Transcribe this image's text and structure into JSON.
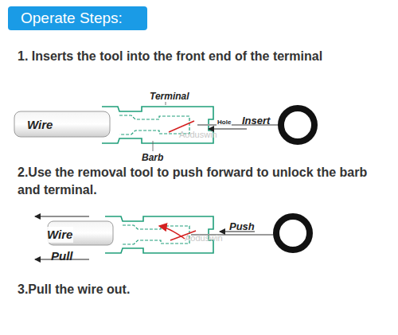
{
  "diagram": {
    "nodes": [
      {
        "text": [
          "Operate Steps:"
        ]
      }
    ],
    "labels": [
      "1. Inserts the tool into the front end of the terminal",
      "Terminal",
      "Wire",
      "Hole",
      "Insert",
      "Barb",
      "Aoduswin",
      "2.Use the removal tool to push forward to unlock the barb and terminal.",
      "Wire",
      "Pull",
      "Push",
      "Aoduswin",
      "3.Pull the wire out."
    ]
  }
}
